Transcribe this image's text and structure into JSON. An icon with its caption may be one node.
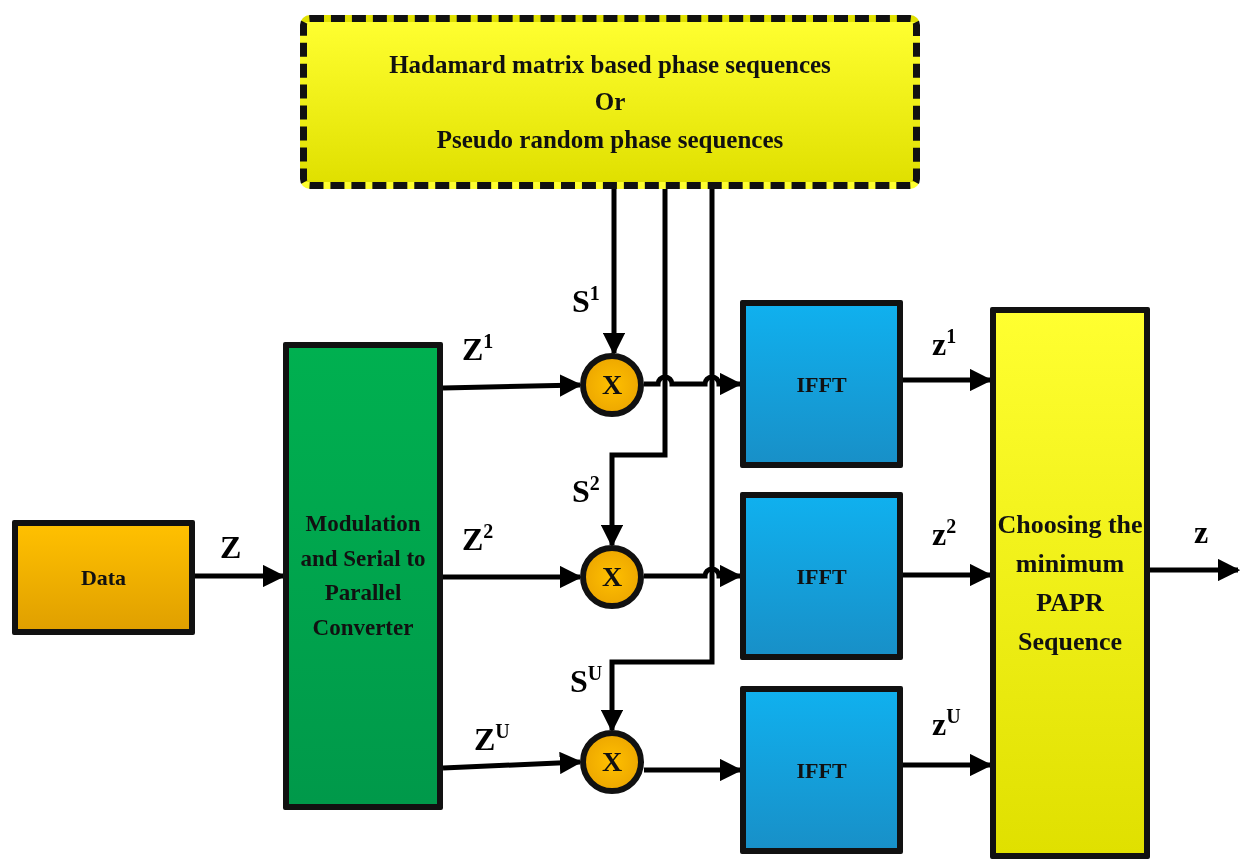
{
  "diagram": {
    "nodes": [
      {
        "text": [
          "Hadamard matrix based phase sequences",
          "Or",
          "Pseudo random phase sequences"
        ]
      },
      {
        "text": [
          "Data"
        ]
      },
      {
        "text": [
          "Modulation and Serial to Parallel Converter"
        ]
      },
      {
        "text": [
          "X"
        ]
      },
      {
        "text": [
          "X"
        ]
      },
      {
        "text": [
          "X"
        ]
      },
      {
        "text": [
          "IFFT"
        ]
      },
      {
        "text": [
          "IFFT"
        ]
      },
      {
        "text": [
          "IFFT"
        ]
      },
      {
        "text": [
          "Choosing the minimum PAPR Sequence"
        ]
      }
    ],
    "edges": [
      {
        "from": 0,
        "to": 3,
        "arrow": "to",
        "label": "S$^{1}$"
      },
      {
        "from": 0,
        "to": 4,
        "arrow": "to",
        "label": "S$^{2}$"
      },
      {
        "from": 0,
        "to": 5,
        "arrow": "to",
        "label": "S$^{U}$"
      },
      {
        "from": 1,
        "to": 2,
        "arrow": "to",
        "label": "Z"
      },
      {
        "from": 2,
        "to": 3,
        "arrow": "to",
        "label": "Z$^{1}$"
      },
      {
        "from": 2,
        "to": 4,
        "arrow": "to",
        "label": "Z$^{2}$"
      },
      {
        "from": 2,
        "to": 5,
        "arrow": "to",
        "label": "Z$^{U}$"
      },
      {
        "from": 3,
        "to": 6,
        "arrow": "to"
      },
      {
        "from": 4,
        "to": 7,
        "arrow": "to"
      },
      {
        "from": 5,
        "to": 8,
        "arrow": "to"
      },
      {
        "from": 6,
        "to": 9,
        "arrow": "to",
        "label": "z$^{1}$"
      },
      {
        "from": 7,
        "to": 9,
        "arrow": "to",
        "label": "z$^{2}$"
      },
      {
        "from": 8,
        "to": 9,
        "arrow": "to",
        "label": "z$^{U}$"
      },
      {
        "from": 9,
        "to": null,
        "arrow": "to",
        "label": "z"
      }
    ]
  }
}
